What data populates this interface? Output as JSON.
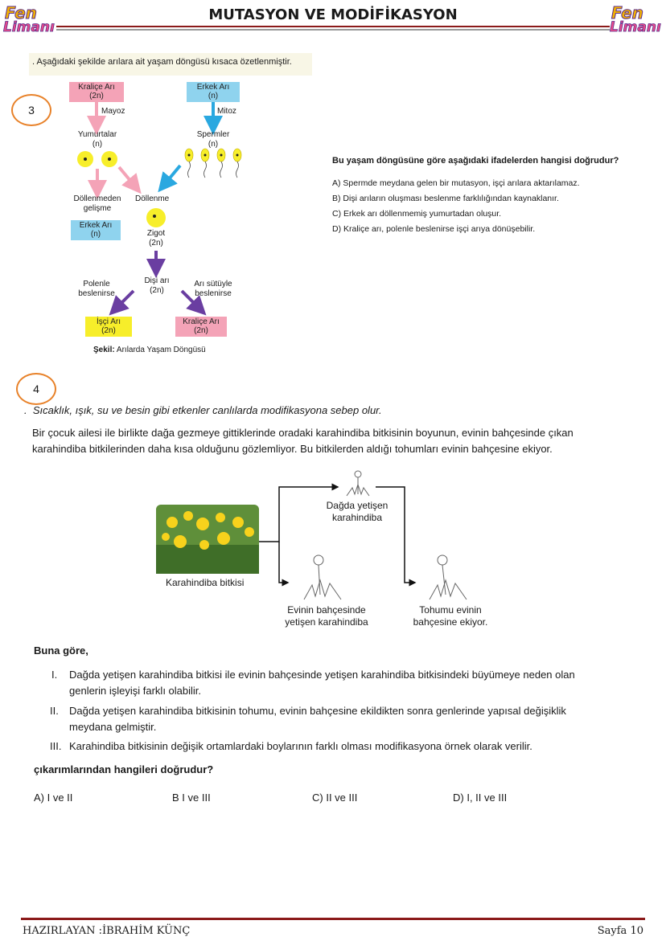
{
  "header": {
    "title": "MUTASYON VE MODİFİKASYON",
    "logo_line1": "Fen",
    "logo_line2": "Limanı"
  },
  "q3": {
    "number": "3",
    "intro": "Aşağıdaki şekilde arılara ait yaşam döngüsü kısaca özetlenmiştir.",
    "diagram": {
      "queen_top": "Kraliçe Arı\n(2n)",
      "drone_top": "Erkek Arı\n(n)",
      "mayoz": "Mayoz",
      "mitoz": "Mitoz",
      "eggs": "Yumurtalar\n(n)",
      "sperms": "Spermler\n(n)",
      "parthenogenesis": "Döllenmeden\ngelişme",
      "fertilization": "Döllenme",
      "drone_result": "Erkek Arı\n(n)",
      "zygote": "Zigot\n(2n)",
      "female": "Dişi arı\n(2n)",
      "pollen_fed": "Polenle\nbeslenirse",
      "jelly_fed": "Arı sütüyle\nbeslenirse",
      "worker": "İşçi Arı\n(2n)",
      "queen_bottom": "Kraliçe Arı\n(2n)",
      "caption_bold": "Şekil:",
      "caption": " Arılarda Yaşam Döngüsü"
    },
    "question": "Bu yaşam döngüsüne göre aşağıdaki ifadelerden hangisi doğrudur?",
    "options": [
      "A) Spermde meydana gelen bir mutasyon, işçi arılara aktarılamaz.",
      "B) Dişi arıların oluşması beslenme farklılığından kaynaklanır.",
      "C) Erkek arı döllenmemiş yumurtadan oluşur.",
      "D) Kraliçe arı, polenle beslenirse işçi arıya dönüşebilir."
    ]
  },
  "q4": {
    "number": "4",
    "lead": "Sıcaklık, ışık, su ve besin gibi etkenler canlılarda modifikasyona sebep olur.",
    "para_line1": "Bir çocuk ailesi ile birlikte dağa gezmeye gittiklerinde oradaki karahindiba bitkisinin boyunun, evinin bahçesinde çıkan",
    "para_line2": "karahindiba bitkilerinden daha kısa olduğunu gözlemliyor. Bu bitkilerden aldığı tohumları evinin bahçesine ekiyor.",
    "diagram": {
      "plant": "Karahindiba bitkisi",
      "mountain": "Dağda yetişen\nkarahindiba",
      "garden": "Evinin bahçesinde\nyetişen karahindiba",
      "sow": "Tohumu evinin\nbahçesine ekiyor."
    },
    "buna_gore": "Buna göre,",
    "statements": [
      {
        "num": "I.",
        "line1": "Dağda yetişen karahindiba bitkisi ile evinin bahçesinde yetişen karahindiba bitkisindeki büyümeye neden olan",
        "line2": "genlerin işleyişi farklı olabilir."
      },
      {
        "num": "II.",
        "line1": "Dağda yetişen karahindiba bitkisinin tohumu, evinin bahçesine ekildikten sonra genlerinde yapısal değişiklik",
        "line2": "meydana gelmiştir."
      },
      {
        "num": "III.",
        "line1": "Karahindiba bitkisinin değişik ortamlardaki boylarının farklı olması modifikasyona örnek olarak verilir.",
        "line2": ""
      }
    ],
    "question": "çıkarımlarından hangileri doğrudur?",
    "options": [
      "A) I ve II",
      "B I ve III",
      "C) II ve III",
      "D) I, II ve III"
    ]
  },
  "footer": {
    "author": "HAZIRLAYAN :İBRAHİM KÜNÇ",
    "page": "Sayfa 10"
  },
  "colors": {
    "queen_pink": "#f4a3b7",
    "drone_blue": "#8fd3ee",
    "worker_yellow": "#f7ee2a",
    "header_rule": "#8b1a1a",
    "circle_orange": "#e8822a",
    "arrow_purple": "#6a3ea1"
  }
}
